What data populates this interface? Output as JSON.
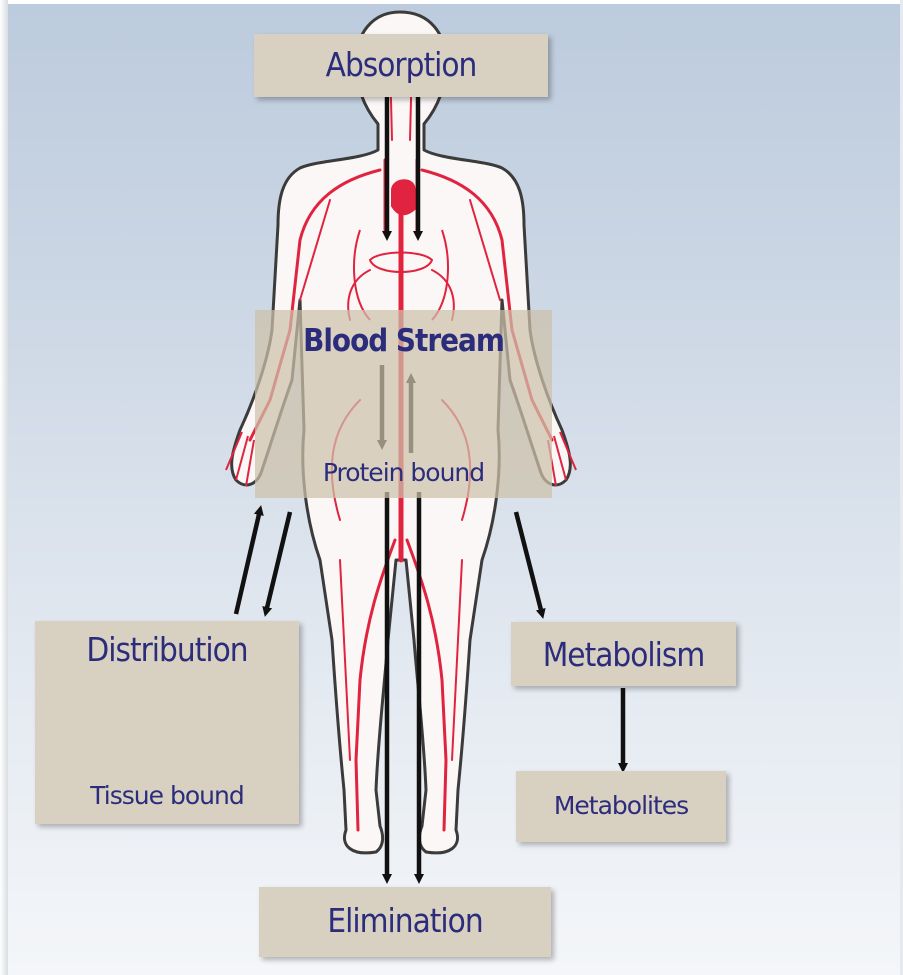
{
  "diagram": {
    "absorption": "Absorption",
    "blood_stream": "Blood Stream",
    "protein_bound": "Protein bound",
    "distribution": "Distribution",
    "tissue_bound": "Tissue bound",
    "metabolism": "Metabolism",
    "metabolites": "Metabolites",
    "elimination": "Elimination"
  },
  "colors": {
    "label_text": "#2b2c7c",
    "box_fill": "#d8d1c1",
    "arrow": "#111111",
    "vessels": "#e0243f",
    "background_top": "#bccbdd",
    "background_bottom": "#f4f6f9"
  }
}
